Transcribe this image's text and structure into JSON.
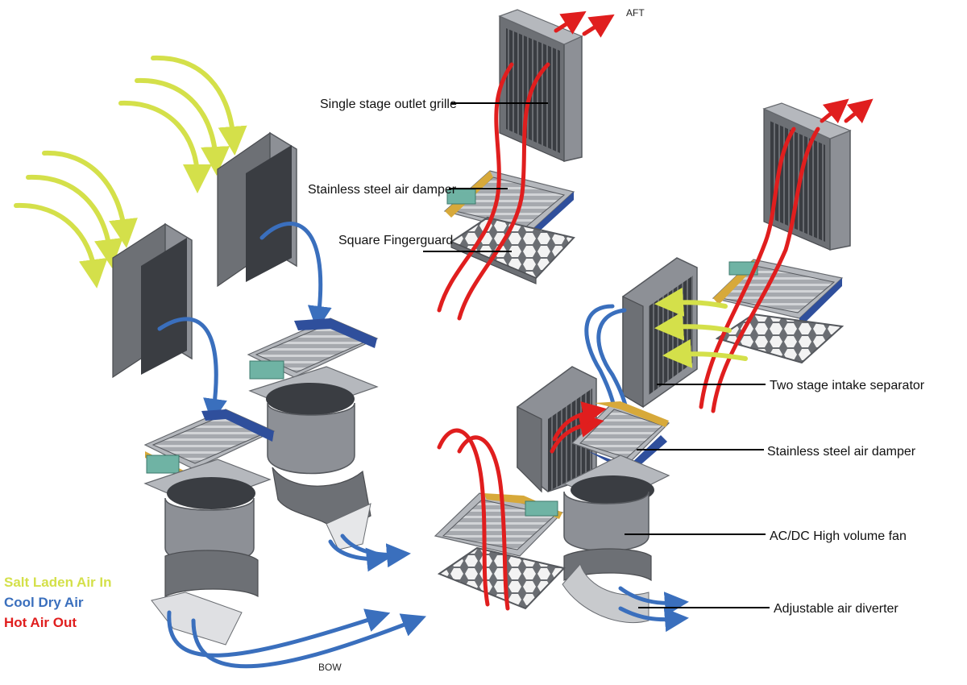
{
  "labels": {
    "aft": "AFT",
    "bow": "BOW",
    "outlet_grille": "Single stage outlet grille",
    "damper_top": "Stainless steel air damper",
    "fingerguard": "Square Fingerguard",
    "intake_separator": "Two stage intake separator",
    "damper_right": "Stainless steel air damper",
    "fan": "AC/DC High volume fan",
    "diverter": "Adjustable air diverter"
  },
  "legend": {
    "salt": "Salt Laden Air In",
    "cool": "Cool Dry Air",
    "hot": "Hot Air Out"
  },
  "colors": {
    "salt_air": "#d4e04a",
    "cool_air": "#3a6fbd",
    "hot_air": "#e01e1e",
    "metal": "#8d9096",
    "damper_blue": "#2f4f9c",
    "damper_gold": "#d7a93a",
    "damper_teal": "#6fb3a4"
  }
}
